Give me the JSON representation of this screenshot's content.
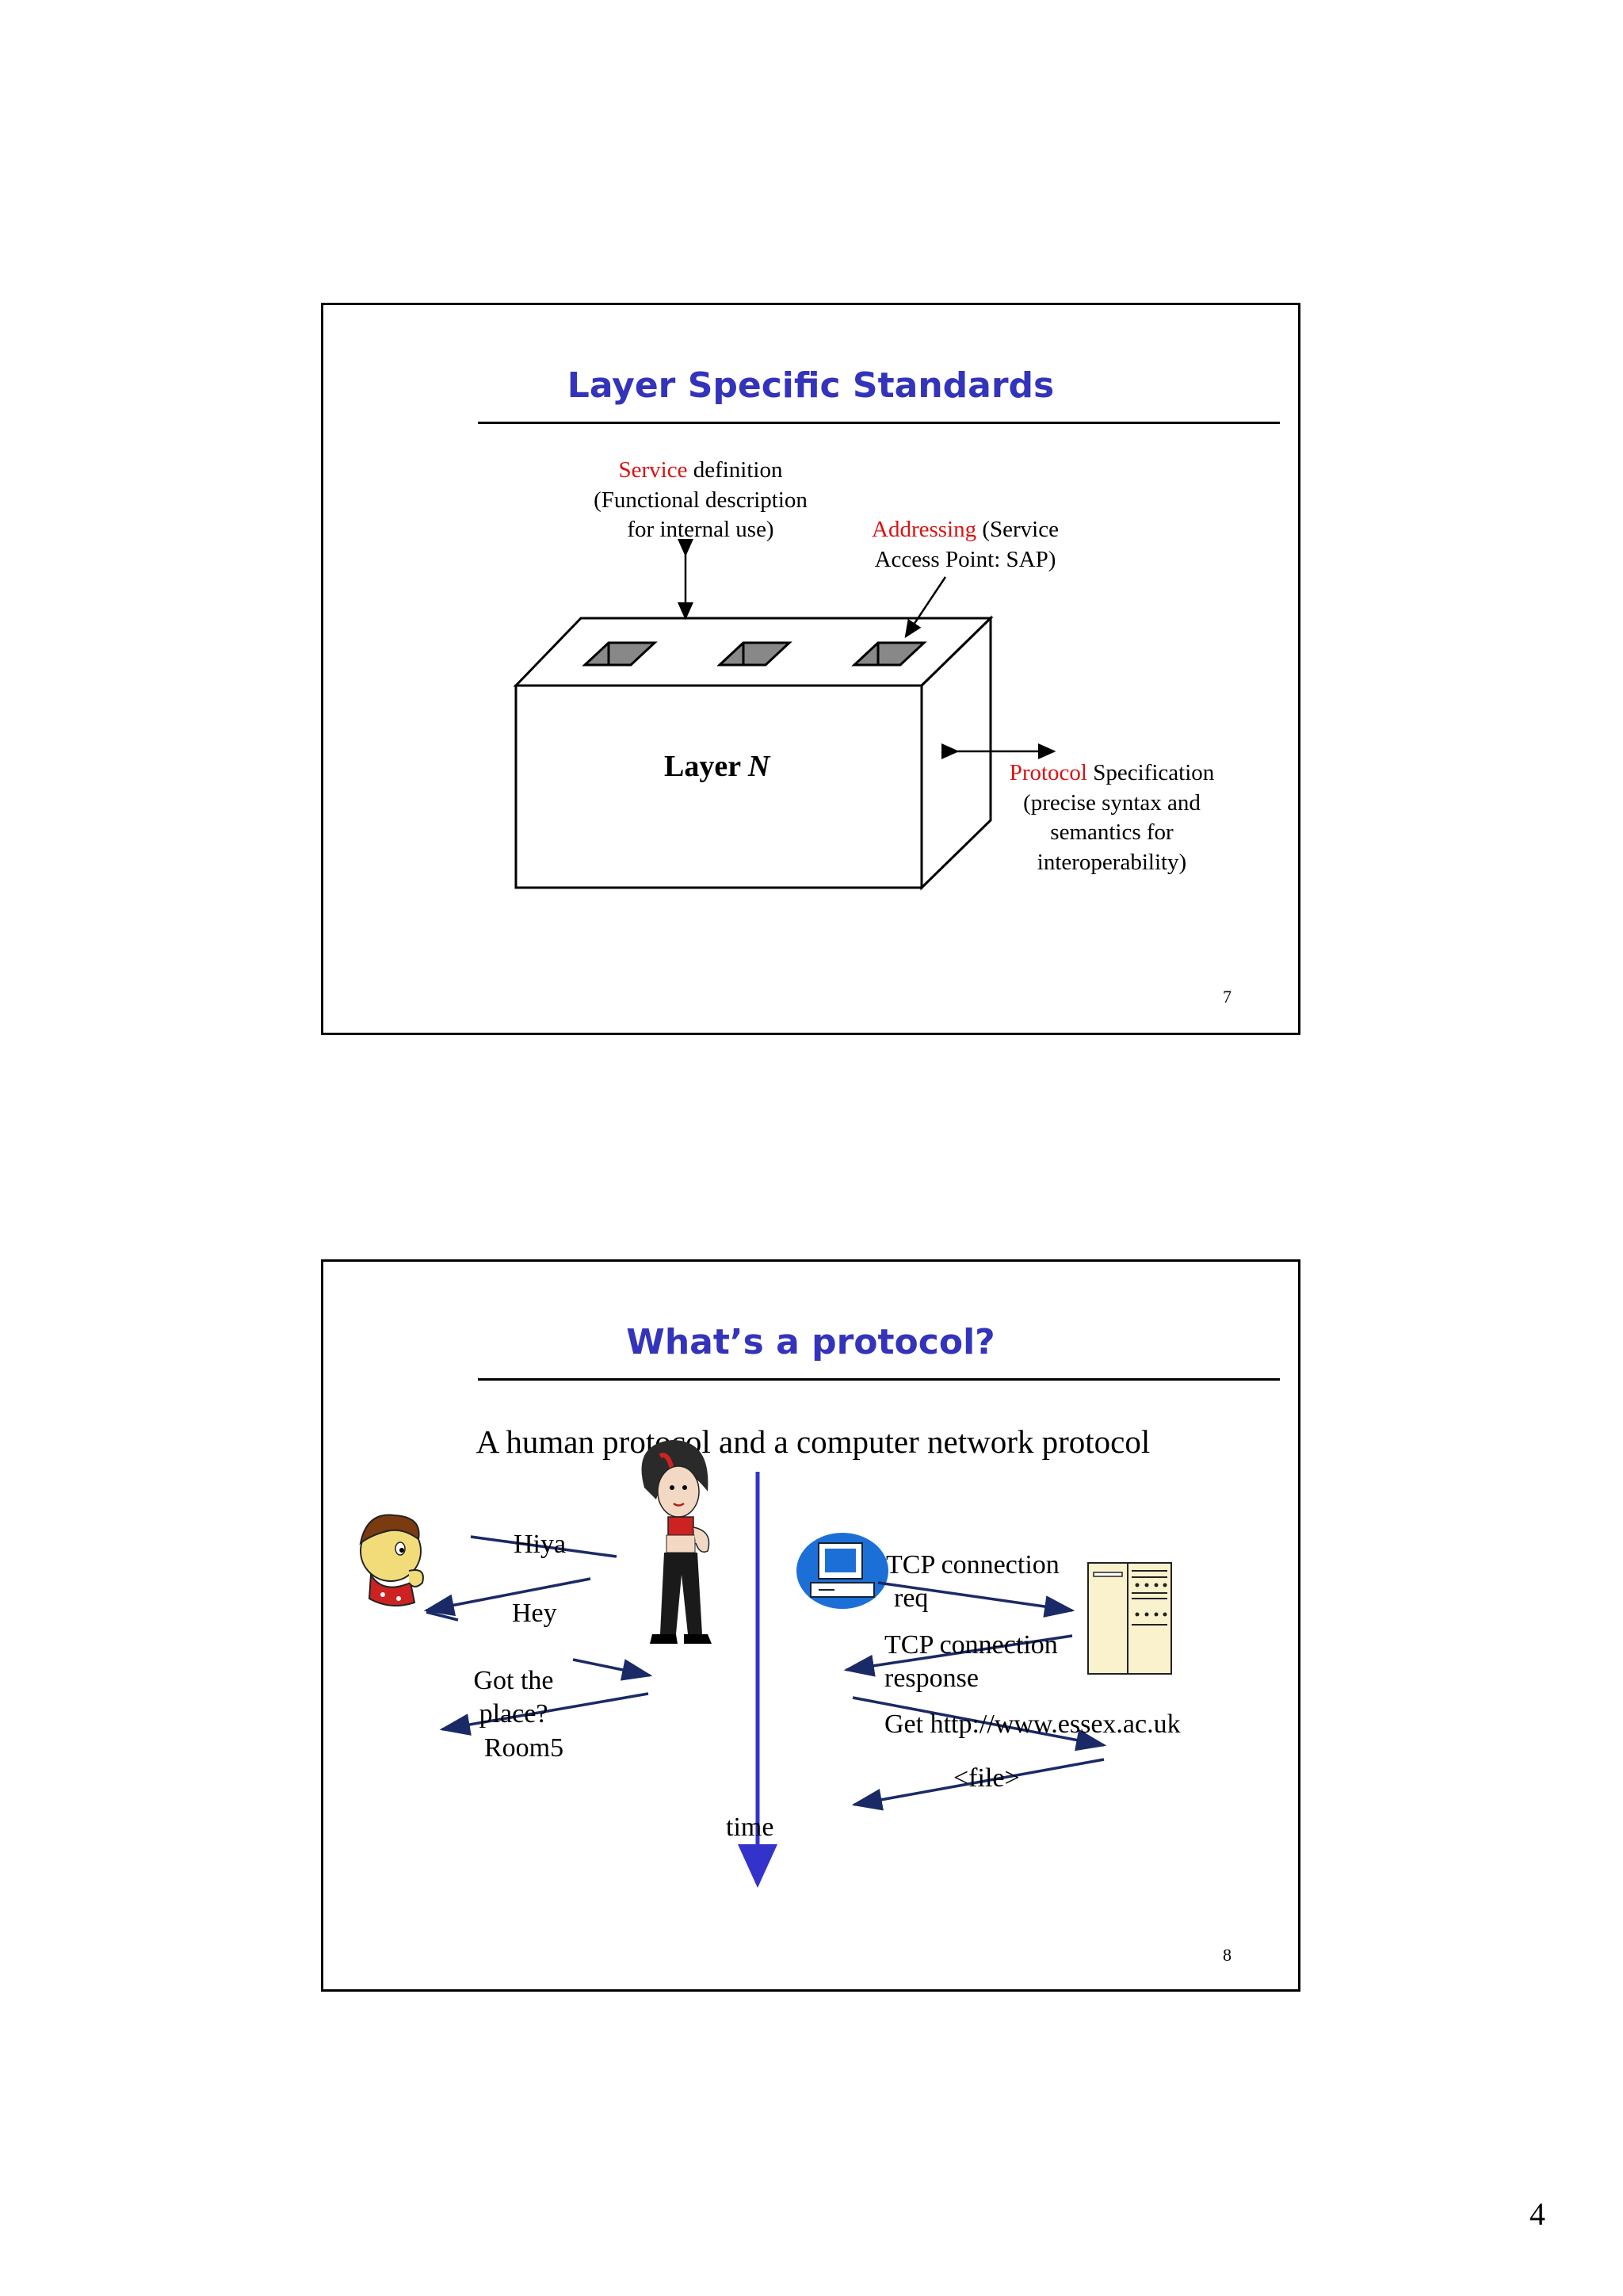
{
  "slide7": {
    "title": "Layer Specific Standards",
    "service": {
      "red": "Service",
      "rest": " definition",
      "line2": "(Functional description",
      "line3": "for internal use)"
    },
    "addressing": {
      "red": "Addressing",
      "rest": " (Service",
      "line2": "Access Point: SAP)"
    },
    "layer": {
      "label": "Layer ",
      "n": "N"
    },
    "protocol": {
      "red": "Protocol",
      "rest": " Specification",
      "line2": "(precise syntax and",
      "line3": "semantics for",
      "line4": "interoperability)"
    },
    "number": "7"
  },
  "slide8": {
    "title": "What’s a protocol?",
    "subtitle": "A human protocol and a computer network protocol",
    "human": {
      "hiya": "Hiya",
      "hey": "Hey",
      "got1": "Got the",
      "got2": "place?",
      "room": "Room5"
    },
    "computer": {
      "tcp1a": "TCP connection",
      "tcp1b": "req",
      "tcp2a": "TCP connection",
      "tcp2b": "response",
      "get": "Get http://www.essex.ac.uk",
      "file": "<file>"
    },
    "time": "time",
    "number": "8"
  },
  "page_number": "4",
  "colors": {
    "title": "#3333bb",
    "accent_red": "#dd1111",
    "timeline": "#3333cc",
    "arrow": "#1a2a66"
  }
}
